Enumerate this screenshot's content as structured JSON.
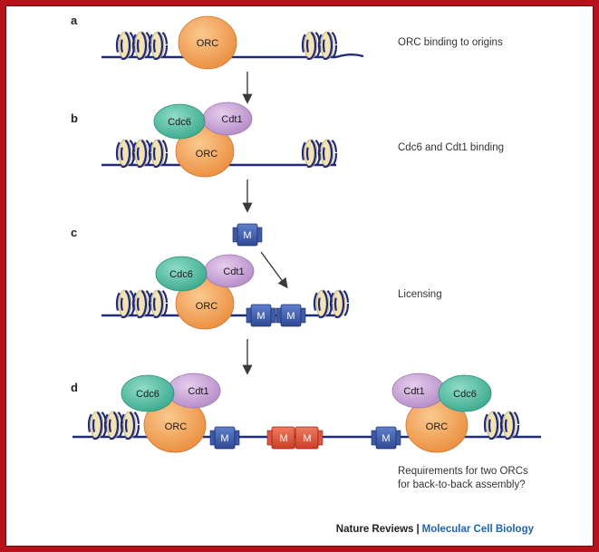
{
  "panels": {
    "a": {
      "letter": "a",
      "caption": "ORC binding to origins"
    },
    "b": {
      "letter": "b",
      "caption": "Cdc6 and Cdt1 binding"
    },
    "c": {
      "letter": "c",
      "caption": "Licensing"
    },
    "d": {
      "letter": "d",
      "caption_line1": "Requirements for two ORCs",
      "caption_line2": "for back-to-back assembly?"
    }
  },
  "labels": {
    "orc": "ORC",
    "cdc6": "Cdc6",
    "cdt1": "Cdt1",
    "mcm": "M"
  },
  "footer": {
    "journal": "Nature Reviews",
    "separator": "|",
    "section": "Molecular Cell Biology"
  },
  "colors": {
    "border": "#b5121b",
    "dna": "#1f2a7a",
    "orc": "#f2a25a",
    "cdc6": "#5cc0a8",
    "cdt1": "#caa6d6",
    "mcm": "#3c5aa8",
    "mcm_double": "#e0553c",
    "histone": "#f2e3b4"
  }
}
